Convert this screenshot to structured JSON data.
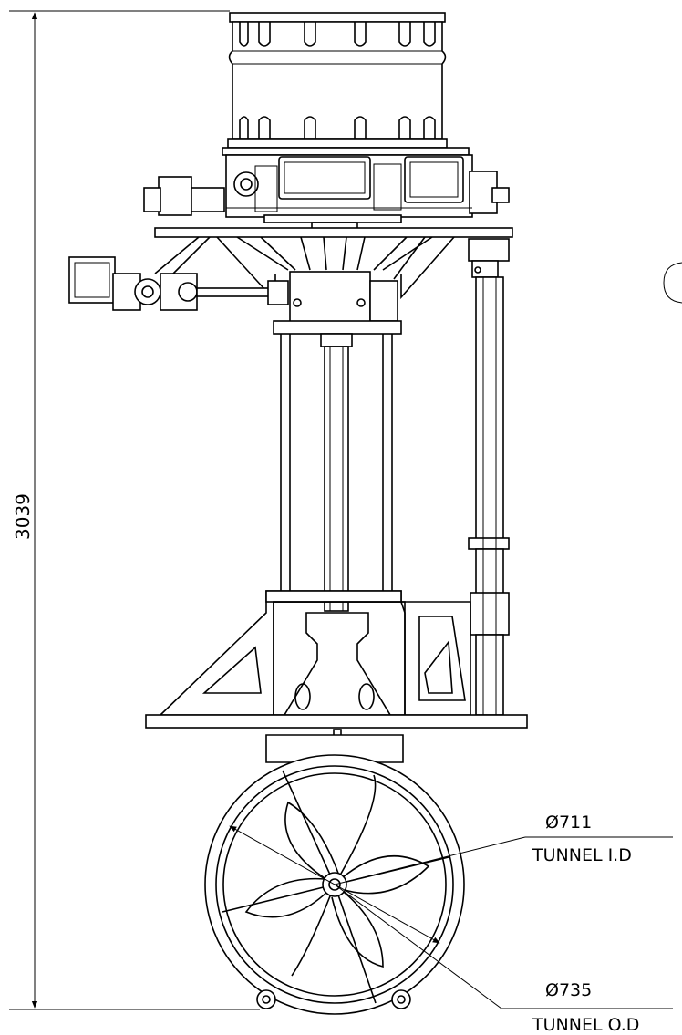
{
  "dimensions": {
    "overall_height": "3039",
    "inner_diameter": {
      "value": "Ø711",
      "label": "TUNNEL I.D"
    },
    "outer_diameter": {
      "value": "Ø735",
      "label": "TUNNEL O.D"
    }
  }
}
